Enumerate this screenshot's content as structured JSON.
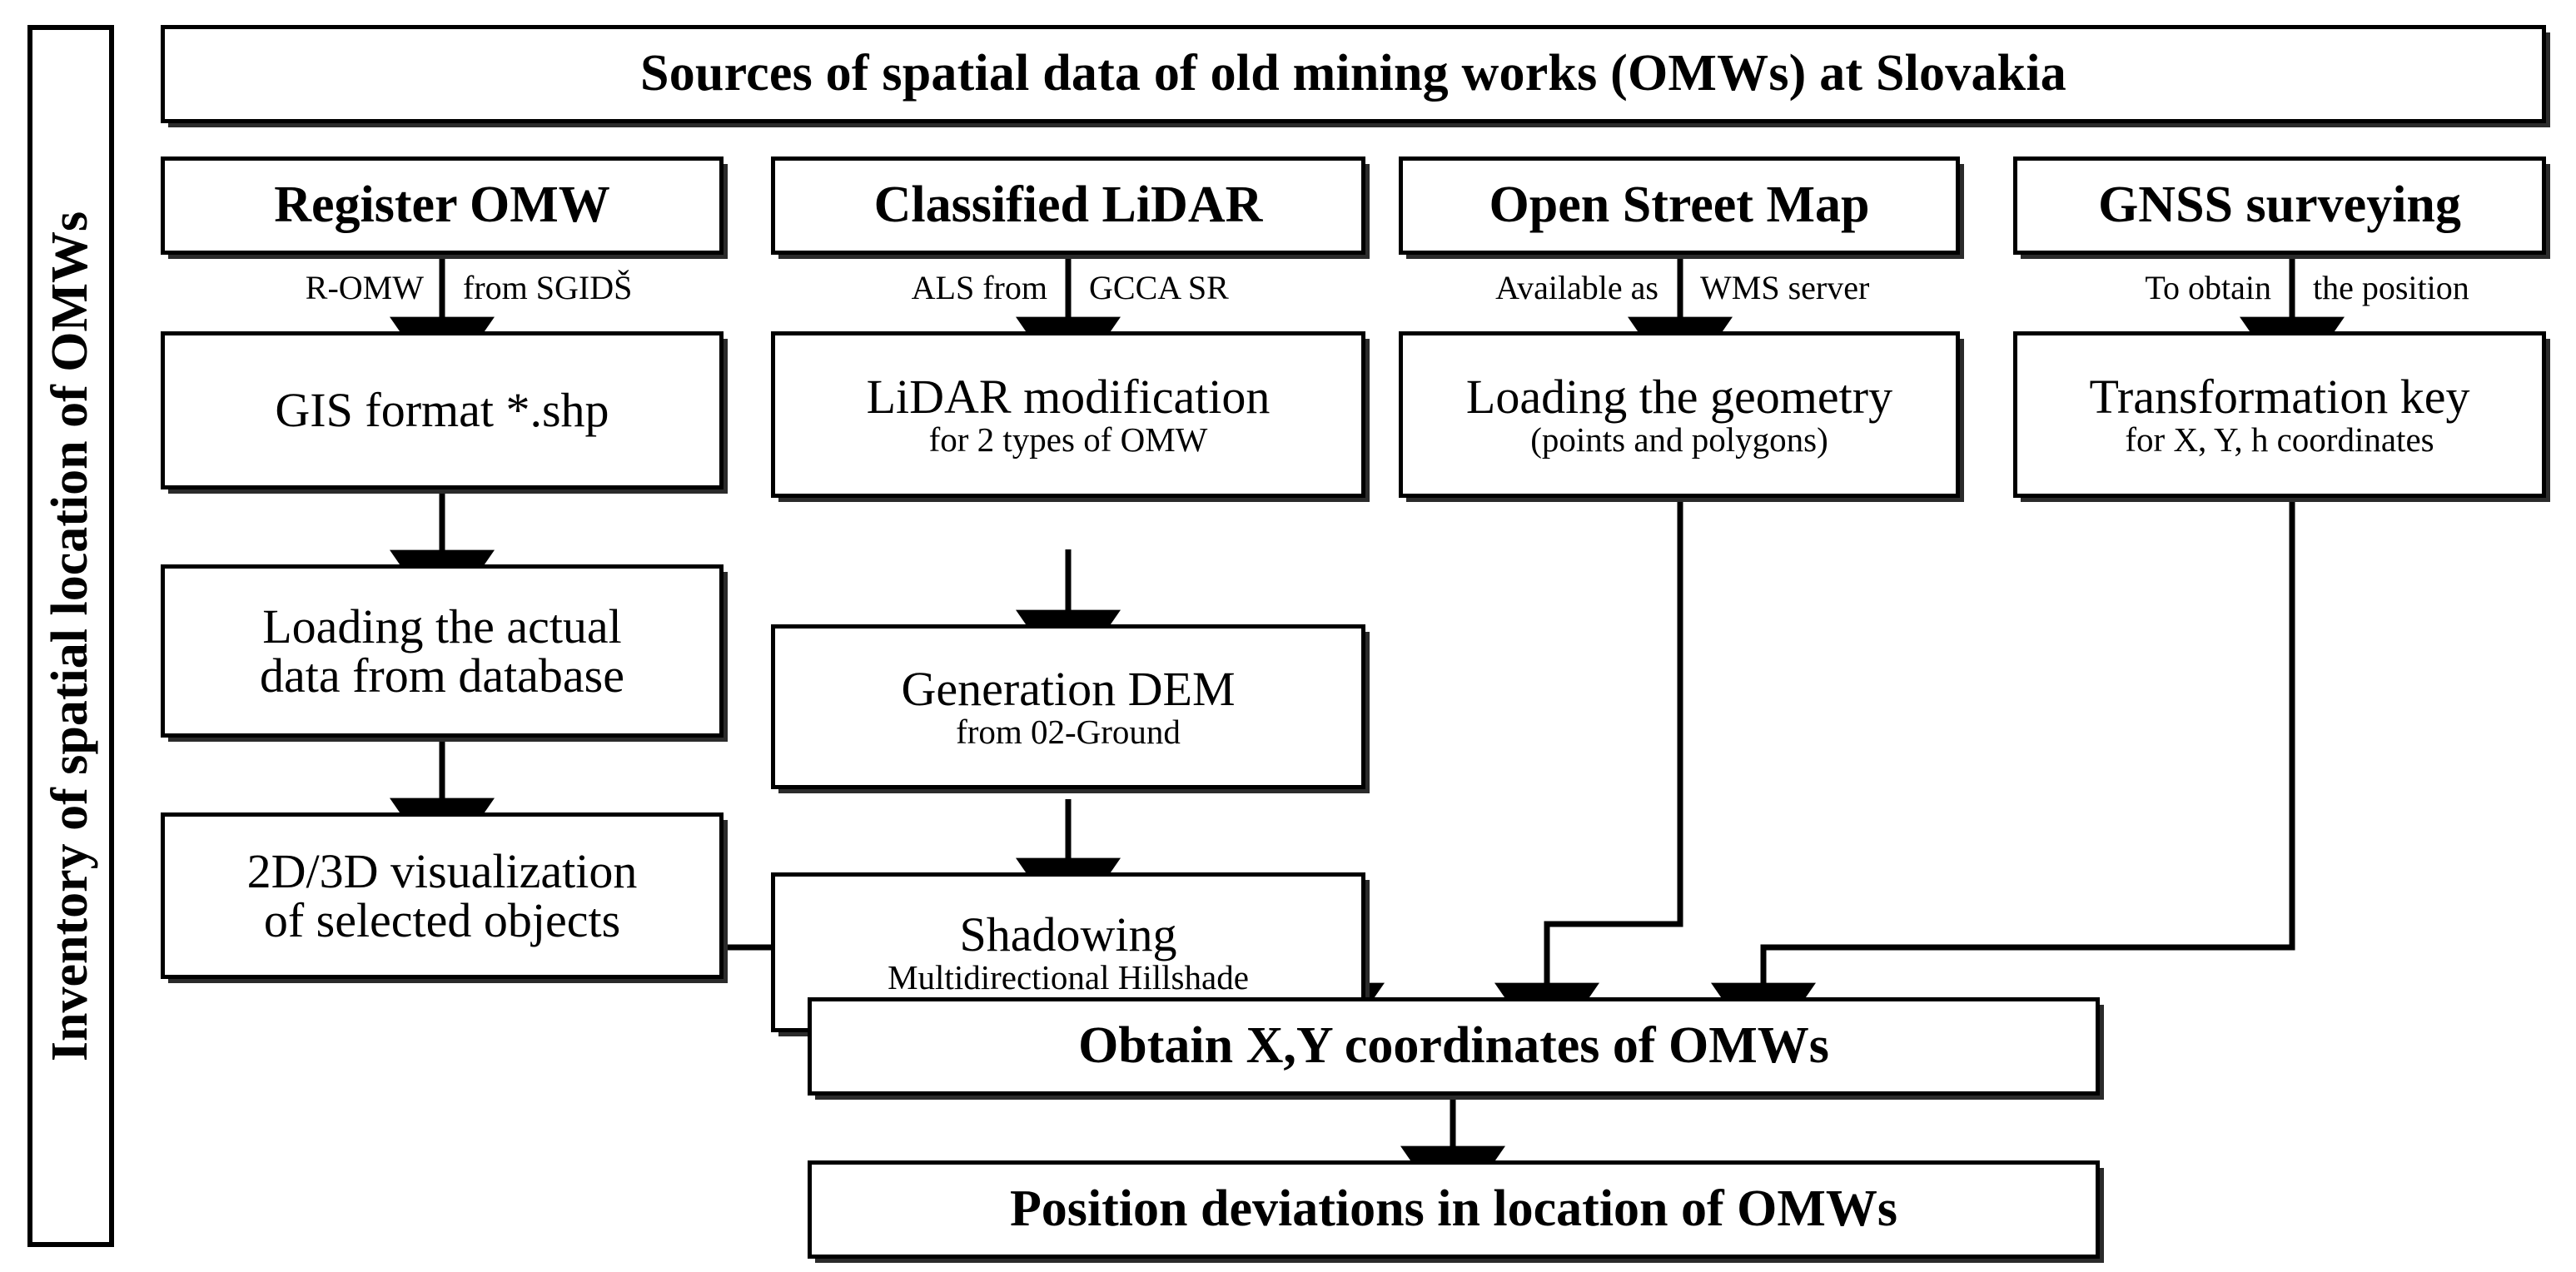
{
  "diagram": {
    "sidebar": {
      "label": "Inventory of spatial location of OMWs"
    },
    "title": "Sources of spatial data of old mining works (OMWs) at Slovakia",
    "columns": [
      {
        "id": "register-omw",
        "header": "Register OMW",
        "edge_label_left": "R-OMW",
        "edge_label_right": "from SGIDŠ",
        "steps": [
          {
            "primary": "GIS format *.shp",
            "secondary": ""
          },
          {
            "primary": "Loading the actual",
            "primary2": "data from database",
            "secondary": ""
          },
          {
            "primary": "2D/3D visualization",
            "primary2": "of selected objects",
            "secondary": ""
          }
        ]
      },
      {
        "id": "classified-lidar",
        "header": "Classified LiDAR",
        "edge_label_left": "ALS from",
        "edge_label_right": "GCCA SR",
        "steps": [
          {
            "primary": "LiDAR modification",
            "secondary": "for 2 types of OMW"
          },
          {
            "primary": "Generation DEM",
            "secondary": "from 02-Ground"
          },
          {
            "primary": "Shadowing",
            "secondary": "Multidirectional Hillshade"
          }
        ]
      },
      {
        "id": "open-street-map",
        "header": "Open Street Map",
        "edge_label_left": "Available as",
        "edge_label_right": "WMS server",
        "steps": [
          {
            "primary": "Loading the geometry",
            "secondary": "(points and polygons)"
          }
        ]
      },
      {
        "id": "gnss-surveying",
        "header": "GNSS surveying",
        "edge_label_left": "To obtain",
        "edge_label_right": "the position",
        "steps": [
          {
            "primary": "Transformation key",
            "secondary": "for X, Y, h coordinates"
          }
        ]
      }
    ],
    "results": [
      {
        "id": "obtain-coordinates",
        "label": "Obtain X,Y coordinates of OMWs"
      },
      {
        "id": "position-deviations",
        "label": "Position deviations in location of OMWs"
      }
    ],
    "colors": {
      "line": "#000000",
      "fill": "#ffffff",
      "shadow": "#2b2b2b"
    }
  }
}
